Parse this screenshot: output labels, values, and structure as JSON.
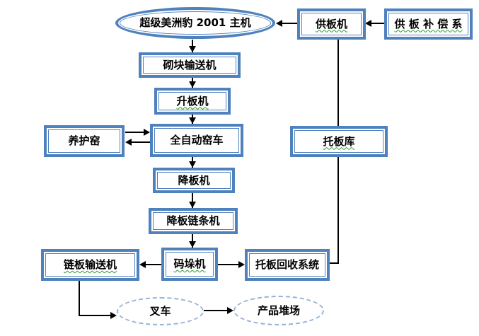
{
  "diagram": {
    "type": "flowchart",
    "accent_color": "#4F81BD",
    "dashed_border_color": "#95B3D7",
    "squiggle_color": "#2e9b2e",
    "line_color": "#000000",
    "nodes": {
      "main_machine": {
        "label": "超级美洲豹 2001 主机",
        "shape": "double-ellipse"
      },
      "pallet_feeder": {
        "label": "供板机",
        "shape": "box"
      },
      "pallet_feed_compensation": {
        "label": "供 板 补 偿 系",
        "shape": "box"
      },
      "block_conveyor": {
        "label": "砌块输送机",
        "shape": "box"
      },
      "board_lifter": {
        "label": "升板机",
        "shape": "box"
      },
      "curing_kiln": {
        "label": "养护窑",
        "shape": "box"
      },
      "auto_kiln_car": {
        "label": "全自动窑车",
        "shape": "box"
      },
      "pallet_store": {
        "label": "托板库",
        "shape": "box"
      },
      "board_lowerer": {
        "label": "降板机",
        "shape": "box"
      },
      "board_lowering_chain": {
        "label": "降板链条机",
        "shape": "box"
      },
      "chain_plate_conveyor": {
        "label": "链板输送机",
        "shape": "box"
      },
      "palletizer": {
        "label": "码垛机",
        "shape": "box"
      },
      "pallet_recycle_system": {
        "label": "托板回收系统",
        "shape": "box"
      },
      "forklift": {
        "label": "叉车",
        "shape": "dashed-ellipse"
      },
      "product_yard": {
        "label": "产品堆场",
        "shape": "dashed-ellipse"
      }
    },
    "edges": [
      {
        "from": "pallet_feed_compensation",
        "to": "pallet_feeder",
        "arrow": "left"
      },
      {
        "from": "pallet_feeder",
        "to": "main_machine",
        "arrow": "left"
      },
      {
        "from": "main_machine",
        "to": "block_conveyor",
        "arrow": "down"
      },
      {
        "from": "block_conveyor",
        "to": "board_lifter",
        "arrow": "down"
      },
      {
        "from": "board_lifter",
        "to": "auto_kiln_car",
        "arrow": "down"
      },
      {
        "from": "auto_kiln_car",
        "to": "curing_kiln",
        "arrow": "bidirectional"
      },
      {
        "from": "auto_kiln_car",
        "to": "board_lowerer",
        "arrow": "down"
      },
      {
        "from": "board_lowerer",
        "to": "board_lowering_chain",
        "arrow": "down"
      },
      {
        "from": "board_lowering_chain",
        "to": "palletizer",
        "arrow": "down"
      },
      {
        "from": "palletizer",
        "to": "chain_plate_conveyor",
        "arrow": "left"
      },
      {
        "from": "palletizer",
        "to": "pallet_recycle_system",
        "arrow": "right"
      },
      {
        "from": "pallet_recycle_system",
        "to": "pallet_store",
        "arrow": "none"
      },
      {
        "from": "pallet_store",
        "to": "pallet_feeder",
        "arrow": "none"
      },
      {
        "from": "chain_plate_conveyor",
        "to": "forklift",
        "arrow": "right"
      },
      {
        "from": "forklift",
        "to": "product_yard",
        "arrow": "right"
      }
    ]
  }
}
